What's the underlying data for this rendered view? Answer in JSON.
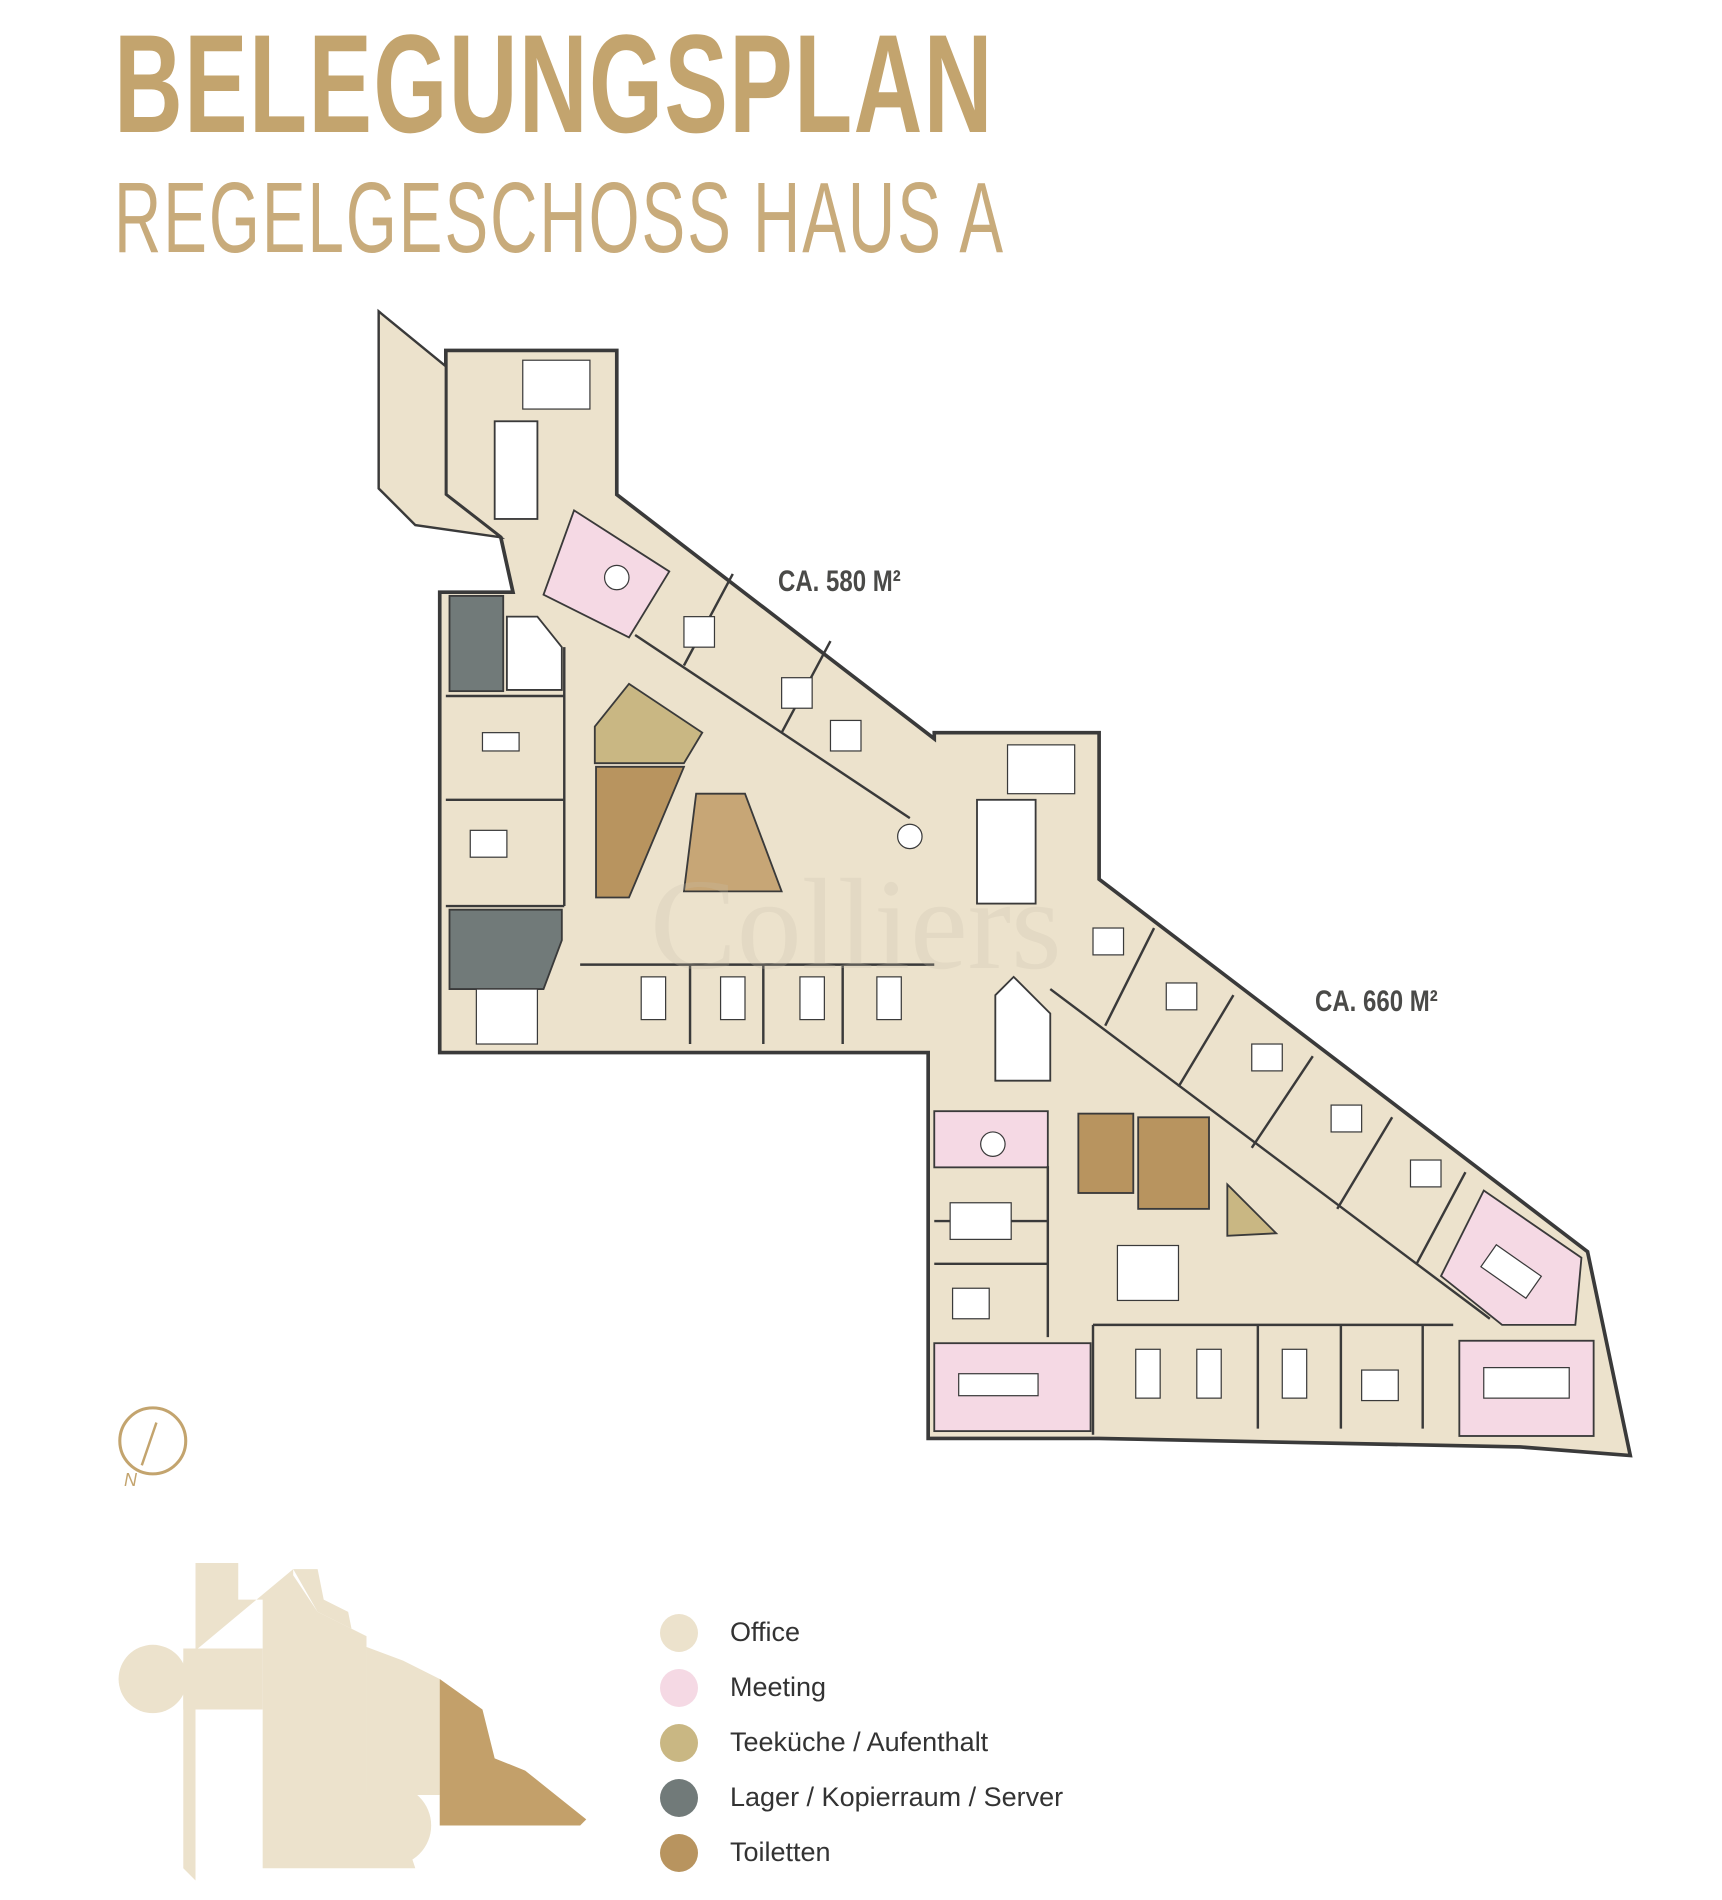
{
  "header": {
    "title": "BELEGUNGSPLAN",
    "subtitle": "REGELGESCHOSS HAUS A"
  },
  "plan": {
    "areas": [
      {
        "label": "CA. 580 M²"
      },
      {
        "label": "CA. 660 M²"
      }
    ],
    "watermark": "Colliers",
    "compass_label": "N"
  },
  "colors": {
    "office": "#ece2cc",
    "meeting": "#f5d9e4",
    "kitchen": "#c9b783",
    "storage": "#717a79",
    "toilets": "#b8945f",
    "accent": "#c3a46e"
  },
  "legend": {
    "items": [
      {
        "label": "Office",
        "color": "#ece2cc"
      },
      {
        "label": "Meeting",
        "color": "#f5d9e4"
      },
      {
        "label": "Teeküche / Aufenthalt",
        "color": "#c9b783"
      },
      {
        "label": "Lager / Kopierraum / Server",
        "color": "#717a79"
      },
      {
        "label": "Toiletten",
        "color": "#b8945f"
      }
    ]
  }
}
